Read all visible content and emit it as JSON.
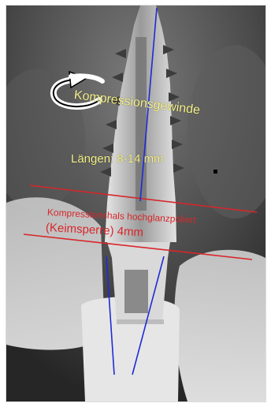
{
  "image": {
    "subject": "Dental X-ray of a screw implant",
    "colors": {
      "annotation_yellow": "#f6f28a",
      "annotation_red": "#d8262a",
      "axis_blue": "#1f2bd6"
    },
    "icons": [
      "rotation-arrow-icon"
    ]
  },
  "annotations": {
    "compression_thread": "Kompressionsgewinde",
    "lengths": "Längen: 8-14 mm",
    "neck_line1": "Kompressionshals hochglanzpoliert",
    "neck_line2": "(Keimsperre) 4mm"
  }
}
